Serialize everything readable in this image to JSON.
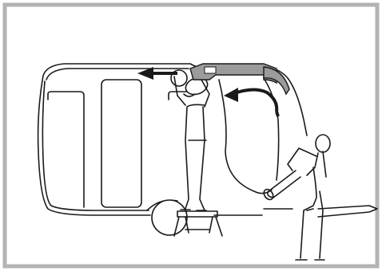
{
  "figure": {
    "frame_color": "#b3b3b3",
    "line_color": "#1a1a1a",
    "awning_color": "#9b9b9b",
    "background": "#ffffff",
    "icons": [
      "caravan-outline",
      "awning-rail",
      "person-on-stool",
      "person-pulling-awning",
      "arrow-left",
      "arrow-curved-right"
    ]
  }
}
